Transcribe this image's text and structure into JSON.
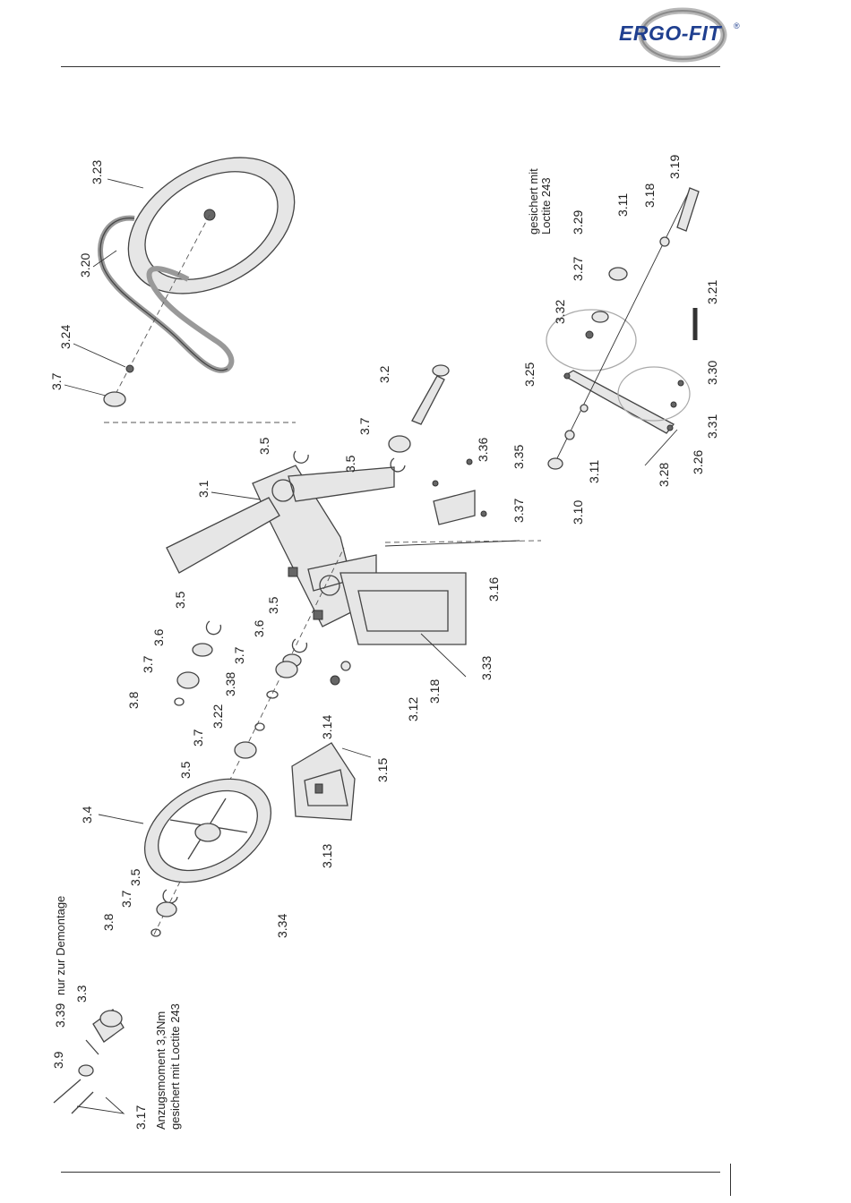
{
  "logo": {
    "text": "ERGO-FIT",
    "registered": "®"
  },
  "labels": {
    "p3_1": "3.1",
    "p3_2": "3.2",
    "p3_3": "3.3",
    "p3_4": "3.4",
    "p3_5a": "3.5",
    "p3_5b": "3.5",
    "p3_5c": "3.5",
    "p3_5d": "3.5",
    "p3_5e": "3.5",
    "p3_5f": "3.5",
    "p3_6a": "3.6",
    "p3_6b": "3.6",
    "p3_7a": "3.7",
    "p3_7b": "3.7",
    "p3_7c": "3.7",
    "p3_7d": "3.7",
    "p3_7e": "3.7",
    "p3_7f": "3.7",
    "p3_8a": "3.8",
    "p3_8b": "3.8",
    "p3_9": "3.9",
    "p3_10": "3.10",
    "p3_11a": "3.11",
    "p3_11b": "3.11",
    "p3_12": "3.12",
    "p3_13": "3.13",
    "p3_14": "3.14",
    "p3_15": "3.15",
    "p3_16": "3.16",
    "p3_17": "3.17",
    "p3_18a": "3.18",
    "p3_18b": "3.18",
    "p3_19": "3.19",
    "p3_20": "3.20",
    "p3_21": "3.21",
    "p3_22": "3.22",
    "p3_23": "3.23",
    "p3_24": "3.24",
    "p3_25": "3.25",
    "p3_26": "3.26",
    "p3_27": "3.27",
    "p3_28": "3.28",
    "p3_29": "3.29",
    "p3_30": "3.30",
    "p3_31": "3.31",
    "p3_32": "3.32",
    "p3_33": "3.33",
    "p3_34": "3.34",
    "p3_35": "3.35",
    "p3_36": "3.36",
    "p3_37": "3.37",
    "p3_38": "3.38",
    "p3_39": "3.39"
  },
  "notes": {
    "demontage": "nur zur Demontage",
    "torque": "Anzugsmoment 3,3Nm",
    "loctite_a": "gesichert mit Loctite 243",
    "loctite_b_line1": "gesichert mit",
    "loctite_b_line2": "Loctite 243"
  }
}
